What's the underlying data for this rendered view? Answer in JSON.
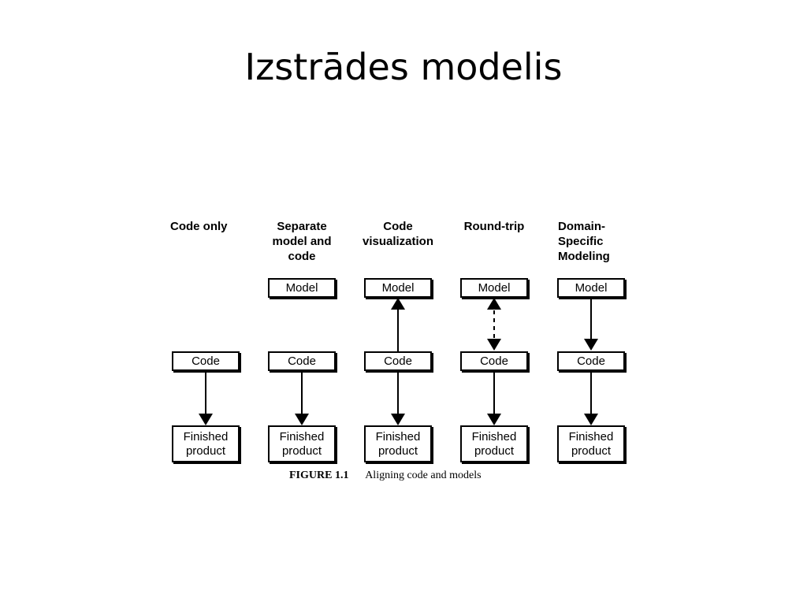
{
  "slide": {
    "title": "Izstrādes modelis"
  },
  "figure": {
    "columns": [
      {
        "heading": [
          "Code only"
        ],
        "model": null,
        "code": "Code",
        "product": [
          "Finished",
          "product"
        ],
        "model_code_link": "none"
      },
      {
        "heading": [
          "Separate",
          "model and",
          "code"
        ],
        "model": "Model",
        "code": "Code",
        "product": [
          "Finished",
          "product"
        ],
        "model_code_link": "none"
      },
      {
        "heading": [
          "Code",
          "visualization"
        ],
        "model": "Model",
        "code": "Code",
        "product": [
          "Finished",
          "product"
        ],
        "model_code_link": "code-to-model"
      },
      {
        "heading": [
          "Round-trip"
        ],
        "model": "Model",
        "code": "Code",
        "product": [
          "Finished",
          "product"
        ],
        "model_code_link": "bidirectional-dashed"
      },
      {
        "heading": [
          "Domain-",
          "Specific",
          "Modeling"
        ],
        "model": "Model",
        "code": "Code",
        "product": [
          "Finished",
          "product"
        ],
        "model_code_link": "model-to-code"
      }
    ],
    "caption": {
      "label": "FIGURE 1.1",
      "text": "Aligning code and models"
    }
  }
}
